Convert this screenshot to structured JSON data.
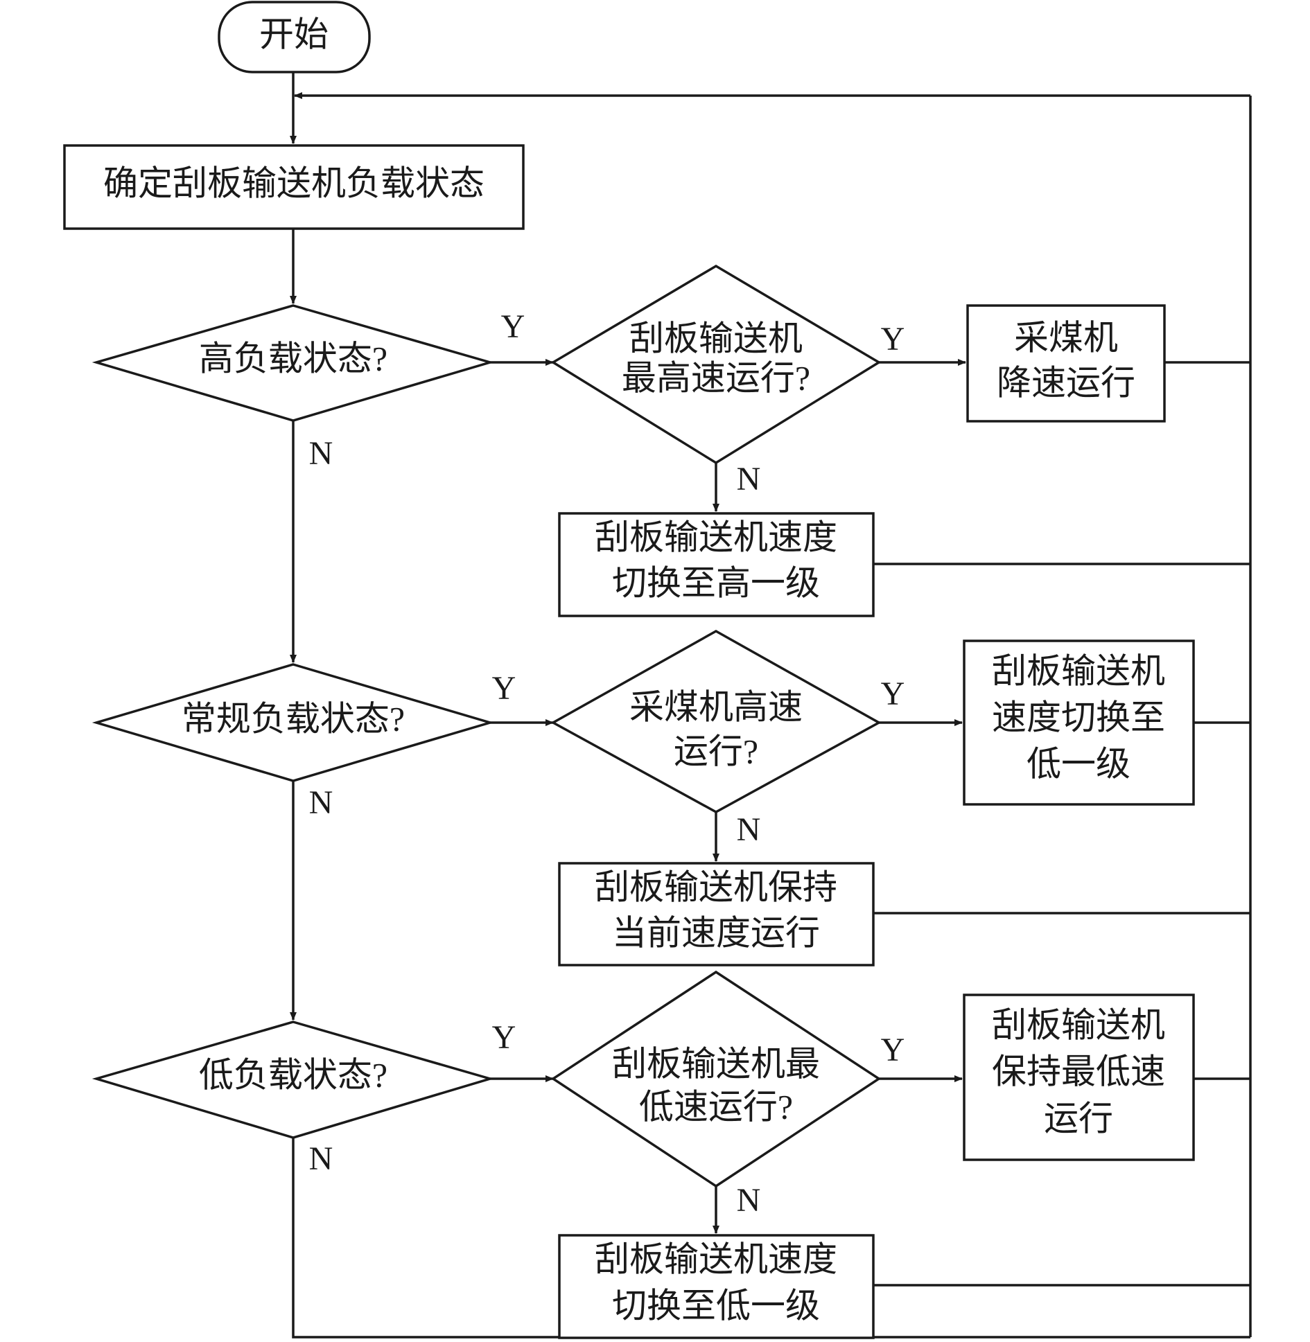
{
  "nodes": {
    "start": "开始",
    "determine": "确定刮板输送机负载状态",
    "high_q": "高负载状态?",
    "high_max_q": [
      "刮板输送机",
      "最高速运行?"
    ],
    "shearer_slow": [
      "采煤机",
      "降速运行"
    ],
    "speed_up": [
      "刮板输送机速度",
      "切换至高一级"
    ],
    "normal_q": "常规负载状态?",
    "shearer_fast_q": [
      "采煤机高速",
      "运行?"
    ],
    "speed_down_1": [
      "刮板输送机",
      "速度切换至",
      "低一级"
    ],
    "keep_current": [
      "刮板输送机保持",
      "当前速度运行"
    ],
    "low_q": "低负载状态?",
    "low_min_q": [
      "刮板输送机最",
      "低速运行?"
    ],
    "keep_min": [
      "刮板输送机",
      "保持最低速",
      "运行"
    ],
    "speed_down_2": [
      "刮板输送机速度",
      "切换至低一级"
    ]
  },
  "edge_labels": {
    "yes": "Y",
    "no": "N"
  }
}
